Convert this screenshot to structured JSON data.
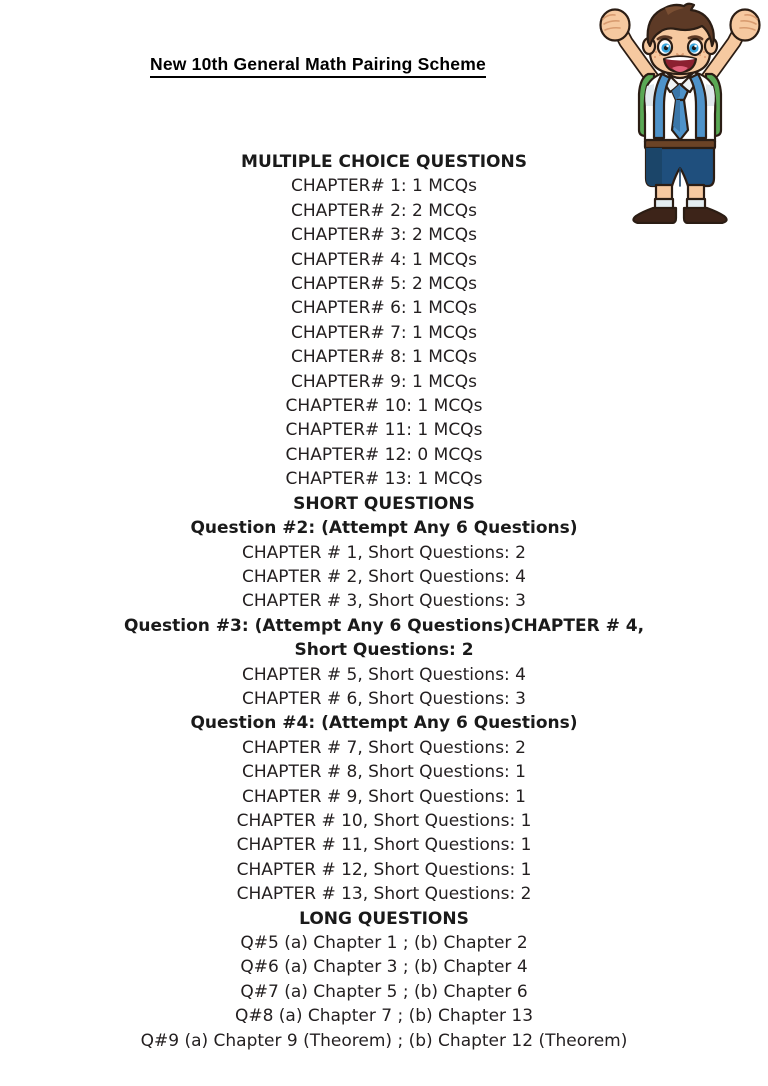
{
  "document": {
    "title": "New 10th General Math Pairing Scheme"
  },
  "sections": {
    "mcq": {
      "heading": "MULTIPLE CHOICE QUESTIONS",
      "items": [
        "CHAPTER# 1: 1 MCQs",
        "CHAPTER# 2: 2 MCQs",
        "CHAPTER# 3: 2 MCQs",
        "CHAPTER# 4: 1 MCQs",
        "CHAPTER# 5: 2 MCQs",
        "CHAPTER# 6: 1 MCQs",
        "CHAPTER# 7: 1 MCQs",
        "CHAPTER# 8: 1 MCQs",
        "CHAPTER# 9: 1 MCQs",
        "CHAPTER# 10: 1 MCQs",
        "CHAPTER# 11: 1 MCQs",
        "CHAPTER# 12: 0 MCQs",
        "CHAPTER# 13: 1 MCQs"
      ]
    },
    "short": {
      "heading": "SHORT QUESTIONS",
      "question2_label": "Question #2:  (Attempt Any 6 Questions)",
      "question2_items": [
        "CHAPTER # 1, Short Questions: 2",
        "CHAPTER # 2, Short Questions: 4",
        "CHAPTER # 3, Short Questions: 3"
      ],
      "question3_label": "Question #3: (Attempt Any 6 Questions)CHAPTER # 4, Short Questions: 2",
      "question3_items": [
        "CHAPTER # 5, Short Questions: 4",
        "CHAPTER # 6, Short Questions: 3"
      ],
      "question4_label": "Question #4: (Attempt Any 6 Questions)",
      "question4_items": [
        "CHAPTER # 7, Short Questions: 2",
        "CHAPTER # 8, Short Questions: 1",
        "CHAPTER # 9, Short Questions: 1",
        "CHAPTER # 10, Short Questions: 1",
        "CHAPTER # 11, Short Questions: 1",
        "CHAPTER # 12, Short Questions: 1",
        "CHAPTER # 13, Short Questions: 2"
      ]
    },
    "long": {
      "heading": "LONG QUESTIONS",
      "items": [
        "Q#5 (a) Chapter 1 ; (b) Chapter 2",
        "Q#6 (a) Chapter 3  ; (b) Chapter 4",
        "Q#7 (a) Chapter 5  ; (b) Chapter 6",
        "Q#8 (a) Chapter 7  ; (b) Chapter 13",
        "Q#9 (a) Chapter 9 (Theorem)  ; (b) Chapter 12 (Theorem)"
      ]
    }
  },
  "illustration": {
    "name": "cheering-schoolboy",
    "colors": {
      "skin": "#f6c9a0",
      "skin_shadow": "#e8ad82",
      "hair": "#5d3a26",
      "hair_highlight": "#7a4f33",
      "shirt": "#ffffff",
      "shirt_shadow": "#dfe6ea",
      "tie": "#4e92c9",
      "tie_shadow": "#3b76a8",
      "backpack": "#5aa855",
      "shorts": "#1f4f7d",
      "shorts_shadow": "#173e63",
      "belt": "#6b4326",
      "socks": "#e3eef2",
      "shoes": "#3d2419",
      "outline": "#2b1d14",
      "eye": "#3aa7de"
    }
  }
}
